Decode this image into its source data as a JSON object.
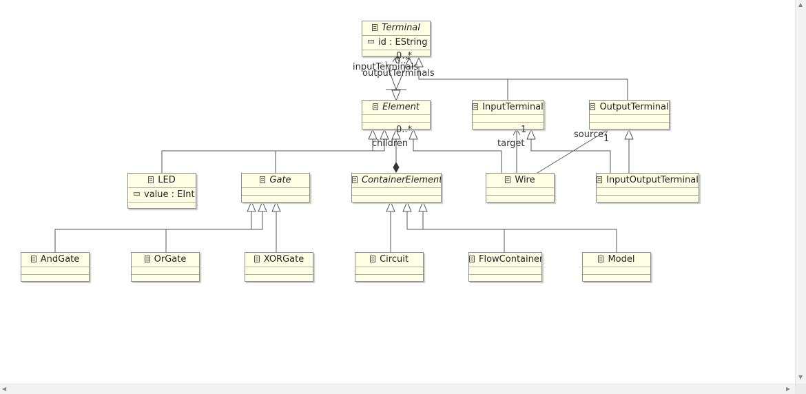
{
  "classes": [
    {
      "key": "terminal",
      "name": "Terminal",
      "abstract": true,
      "attributes": [
        "id : EString"
      ]
    },
    {
      "key": "element",
      "name": "Element",
      "abstract": true,
      "attributes": []
    },
    {
      "key": "input_terminal",
      "name": "InputTerminal",
      "abstract": false,
      "attributes": []
    },
    {
      "key": "output_terminal",
      "name": "OutputTerminal",
      "abstract": false,
      "attributes": []
    },
    {
      "key": "led",
      "name": "LED",
      "abstract": false,
      "attributes": [
        "value : EInt"
      ]
    },
    {
      "key": "gate",
      "name": "Gate",
      "abstract": true,
      "attributes": []
    },
    {
      "key": "container_element",
      "name": "ContainerElement",
      "abstract": true,
      "attributes": []
    },
    {
      "key": "wire",
      "name": "Wire",
      "abstract": false,
      "attributes": []
    },
    {
      "key": "input_output_terminal",
      "name": "InputOutputTerminal",
      "abstract": false,
      "attributes": []
    },
    {
      "key": "and_gate",
      "name": "AndGate",
      "abstract": false,
      "attributes": []
    },
    {
      "key": "or_gate",
      "name": "OrGate",
      "abstract": false,
      "attributes": []
    },
    {
      "key": "xor_gate",
      "name": "XORGate",
      "abstract": false,
      "attributes": []
    },
    {
      "key": "circuit",
      "name": "Circuit",
      "abstract": false,
      "attributes": []
    },
    {
      "key": "flow_container",
      "name": "FlowContainer",
      "abstract": false,
      "attributes": []
    },
    {
      "key": "model",
      "name": "Model",
      "abstract": false,
      "attributes": []
    }
  ],
  "edge_labels": {
    "input_terminals": "inputTerminals",
    "output_terminals": "outputTerminals",
    "terminals_mult_a": "0..*",
    "terminals_mult_b": "0..*",
    "children": "children",
    "children_mult": "0..*",
    "target": "target",
    "target_mult": "1",
    "source": "source",
    "source_mult": "1"
  },
  "scroll_arrows": {
    "up": "▲",
    "down": "▼",
    "left": "◀",
    "right": "▶"
  }
}
